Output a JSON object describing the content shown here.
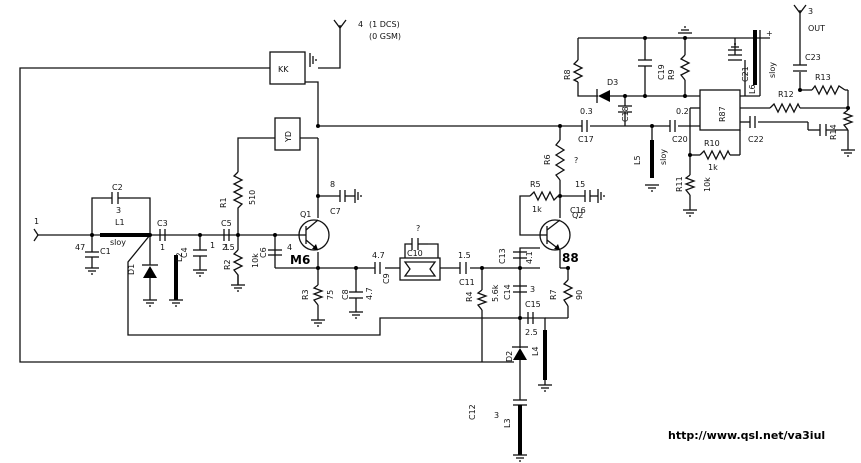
{
  "labels": {
    "in_node": "1",
    "ant4": "4",
    "ant4_a": "(1 DCS)",
    "ant4_b": "(0 GSM)",
    "out_node": "3",
    "out_label": "OUT",
    "KK": "KK",
    "YD": "YD",
    "R87": "R87",
    "C1": "C1",
    "C1v": "47",
    "C2": "C2",
    "C2v": "3",
    "L1": "L1",
    "L1v": "sloy",
    "C3": "C3",
    "C3v": "1",
    "L2": "L2",
    "D1": "D1",
    "C4": "C4",
    "C4v": "1",
    "C5": "C5",
    "C5v": "1",
    "R1": "R1",
    "R1v": "510",
    "R2": "R2",
    "R2v": "2.5",
    "R2b": "10k",
    "C6": "C6",
    "C6v": "4",
    "Q1": "Q1",
    "M6": "M6",
    "C7": "C7",
    "C7v": "8",
    "R3": "R3",
    "R3v": "75",
    "C8": "C8",
    "C8v": "4.7",
    "C9": "C9",
    "C9v": "4.7",
    "C10": "C10",
    "C10v": "?",
    "C11": "C11",
    "C11v": "1.5",
    "R4": "R4",
    "R4v": "5.6k",
    "C13": "C13",
    "C13v": "4.1",
    "C14": "C14",
    "C14v": "3",
    "C15": "C15",
    "C15v": "2.5",
    "D2": "D2",
    "L4": "L4",
    "C12": "C12",
    "C12v": "3",
    "L3": "L3",
    "R5": "R5",
    "R5v": "1k",
    "C16": "C16",
    "C16v": "15",
    "Q2": "Q2",
    "N88": "88",
    "R7": "R7",
    "R7v": "90",
    "R6": "R6",
    "R6v": "?",
    "C17": "C17",
    "C17v": "0.3",
    "C18": "C18",
    "D3": "D3",
    "R8": "R8",
    "C19": "C19",
    "R9": "R9",
    "L6": "L6",
    "C21": "C21",
    "plus": "+",
    "sloy_top": "sloy",
    "C20": "C20",
    "C20v": "0.2",
    "L5": "L5",
    "L5v": "sloy",
    "R10": "R10",
    "R10v": "1k",
    "R11": "R11",
    "R11v": "10k",
    "R12": "R12",
    "C22": "C22",
    "C23": "C23",
    "R13": "R13",
    "R14": "R14",
    "url": "http://www.qsl.net/va3iul"
  }
}
